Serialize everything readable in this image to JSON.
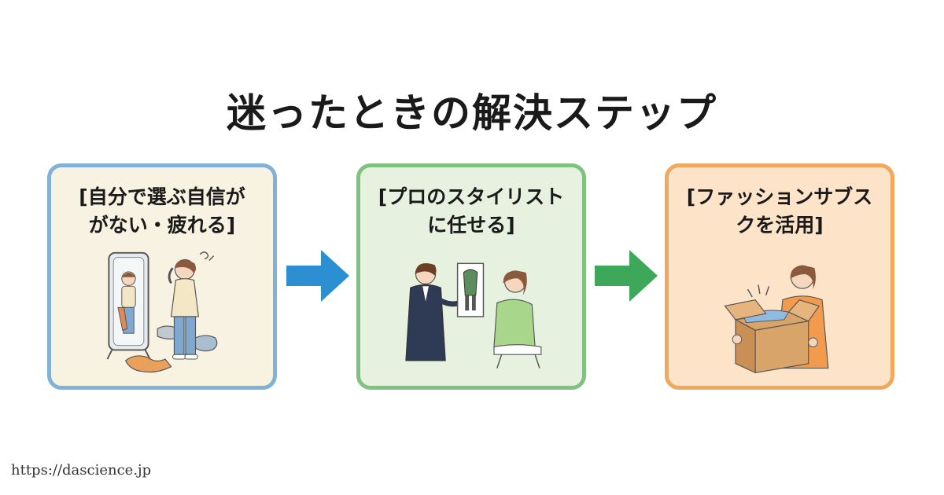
{
  "title": "迷ったときの解決ステップ",
  "steps": [
    {
      "label_line1": "[自分で選ぶ自信が",
      "label_line2": "がない・疲れる]",
      "icon": "mirror-tired-woman-icon",
      "border_color": "#7fb1d9",
      "fill_color": "#f8f2e2"
    },
    {
      "label_line1": "[プロのスタイリスト",
      "label_line2": "に任せる]",
      "icon": "stylist-consultation-icon",
      "border_color": "#7fc27f",
      "fill_color": "#e6f2df"
    },
    {
      "label_line1": "[ファッションサブス",
      "label_line2": "クを活用]",
      "icon": "subscription-box-icon",
      "border_color": "#f0a85c",
      "fill_color": "#fde4c9"
    }
  ],
  "arrows": [
    {
      "icon": "right-arrow-icon",
      "color": "#2b8fd1"
    },
    {
      "icon": "right-arrow-icon",
      "color": "#3ea85a"
    }
  ],
  "footer_url": "https://dascience.jp"
}
